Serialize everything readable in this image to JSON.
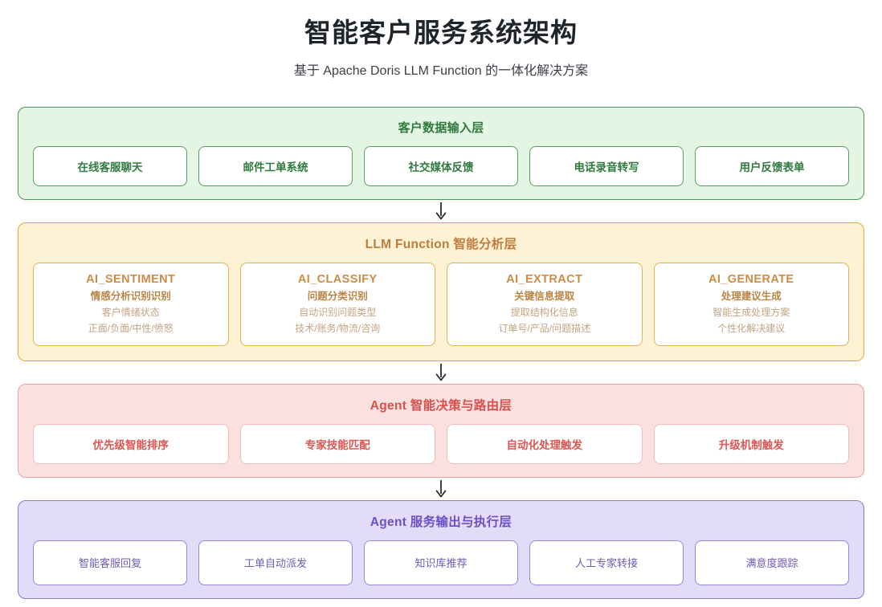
{
  "header": {
    "title": "智能客户服务系统架构",
    "subtitle": "基于 Apache Doris LLM Function 的一体化解决方案"
  },
  "colors": {
    "green_bg": "#e4f5e4",
    "green_border": "#4d9456",
    "green_text": "#2f7a3d",
    "orange_bg": "#fdf2d4",
    "orange_border": "#e0ab33",
    "orange_text": "#bf7b3a",
    "pink_bg": "#fbe0e0",
    "pink_border": "#e9a3a3",
    "pink_text": "#d8504c",
    "purple_bg": "#e3dcf8",
    "purple_border": "#8b72d6",
    "purple_text": "#6d4fc4"
  },
  "layers": [
    {
      "id": "input-layer",
      "title": "客户数据输入层",
      "cards": [
        {
          "label": "在线客服聊天"
        },
        {
          "label": "邮件工单系统"
        },
        {
          "label": "社交媒体反馈"
        },
        {
          "label": "电话录音转写"
        },
        {
          "label": "用户反馈表单"
        }
      ]
    },
    {
      "id": "llm-function-layer",
      "title": "LLM Function 智能分析层",
      "cards": [
        {
          "name": "AI_SENTIMENT",
          "subtitle": "情感分析识别识别",
          "desc1": "客户情绪状态",
          "desc2": "正面/负面/中性/愤怒"
        },
        {
          "name": "AI_CLASSIFY",
          "subtitle": "问题分类识别",
          "desc1": "自动识别问题类型",
          "desc2": "技术/账务/物流/咨询"
        },
        {
          "name": "AI_EXTRACT",
          "subtitle": "关键信息提取",
          "desc1": "提取结构化信息",
          "desc2": "订单号/产品/问题描述"
        },
        {
          "name": "AI_GENERATE",
          "subtitle": "处理建议生成",
          "desc1": "智能生成处理方案",
          "desc2": "个性化解决建议"
        }
      ]
    },
    {
      "id": "agent-decision-layer",
      "title": "Agent 智能决策与路由层",
      "cards": [
        {
          "label": "优先级智能排序"
        },
        {
          "label": "专家技能匹配"
        },
        {
          "label": "自动化处理触发"
        },
        {
          "label": "升级机制触发"
        }
      ]
    },
    {
      "id": "agent-output-layer",
      "title": "Agent 服务输出与执行层",
      "cards": [
        {
          "label": "智能客服回复"
        },
        {
          "label": "工单自动派发"
        },
        {
          "label": "知识库推荐"
        },
        {
          "label": "人工专家转接"
        },
        {
          "label": "满意度跟踪"
        }
      ]
    }
  ],
  "connectors": [
    {
      "icon": "arrow-down-icon"
    },
    {
      "icon": "arrow-down-icon"
    },
    {
      "icon": "arrow-down-icon"
    }
  ]
}
